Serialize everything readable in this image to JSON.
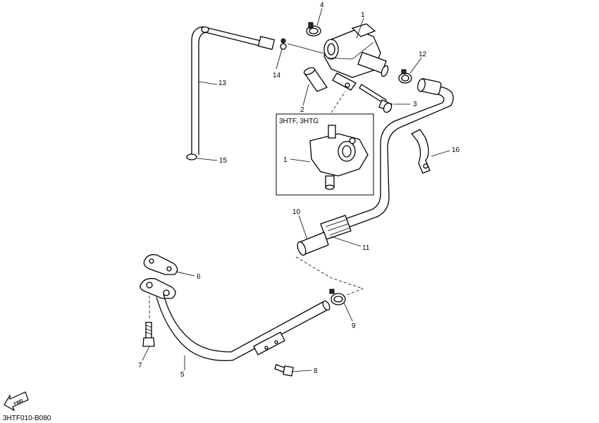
{
  "inset": {
    "title": "3HTF, 3HTG"
  },
  "drawing_code": "3HTF010-B080",
  "fwd_label": "FWD",
  "callouts": {
    "c1": "1",
    "c1b": "1",
    "c2": "2",
    "c3": "3",
    "c4": "4",
    "c5": "5",
    "c6": "6",
    "c7": "7",
    "c8": "8",
    "c9": "9",
    "c10": "10",
    "c11": "11",
    "c12": "12",
    "c13": "13",
    "c14": "14",
    "c15": "15",
    "c16": "16"
  },
  "icons": {
    "fwd": "fwd-arrow-icon"
  }
}
